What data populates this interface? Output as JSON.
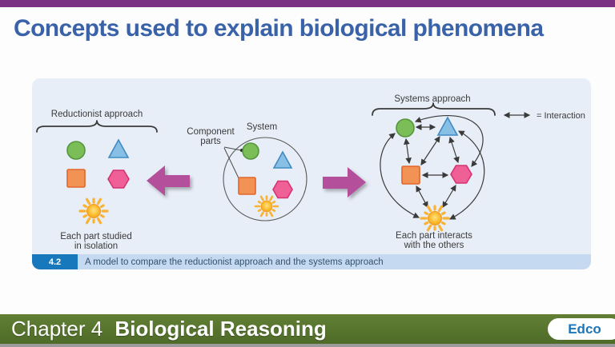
{
  "colors": {
    "purple-bar": "#7C3083",
    "title-blue": "#3A62A8",
    "panel-bg": "#E8EEF8",
    "caption-bg": "#C5D9F0",
    "caption-text": "#33536F",
    "badge-bg": "#1878BC",
    "magenta": "#B4509B",
    "ink": "#3A3A3A",
    "shape-green": "#7BBE58",
    "shape-green-br": "#55953C",
    "shape-blue": "#88BFE4",
    "shape-blue-br": "#418BC4",
    "shape-orange": "#F29254",
    "shape-orange-br": "#E2662A",
    "shape-pink": "#EE6096",
    "shape-pink-br": "#D53371",
    "sun-ray": "#F9B233",
    "footer-top": "#627F35",
    "footer-bottom": "#4E6B28",
    "edco-blue": "#1B75BB",
    "strip": "#9B9B9B"
  },
  "page": {
    "title": "Concepts used to explain biological phenomena"
  },
  "figure": {
    "number": "4.2",
    "caption": "A model to compare the reductionist approach and the systems approach",
    "reductionist": {
      "label": "Reductionist approach",
      "note_line1": "Each part studied",
      "note_line2": "in isolation"
    },
    "system": {
      "label": "System",
      "component_line1": "Component",
      "component_line2": "parts"
    },
    "systems": {
      "label": "Systems approach",
      "note_line1": "Each part interacts",
      "note_line2": "with the others",
      "legend": "= Interaction"
    },
    "shape_icons": [
      "green-circle",
      "blue-triangle",
      "orange-square",
      "pink-hexagon",
      "sun"
    ]
  },
  "footer": {
    "chapter_label": "Chapter 4",
    "chapter_title": "Biological Reasoning",
    "logo": "Edco"
  }
}
